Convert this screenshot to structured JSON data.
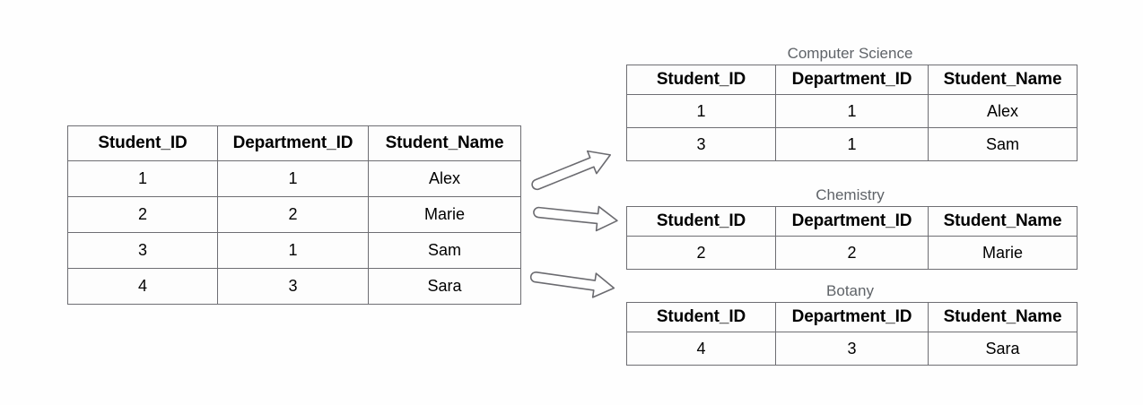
{
  "diagram": {
    "columns": [
      "Student_ID",
      "Department_ID",
      "Student_Name"
    ],
    "source_table": {
      "name": "students-source-table",
      "headers": [
        "Student_ID",
        "Department_ID",
        "Student_Name"
      ],
      "rows": [
        [
          "1",
          "1",
          "Alex"
        ],
        [
          "2",
          "2",
          "Marie"
        ],
        [
          "3",
          "1",
          "Sam"
        ],
        [
          "4",
          "3",
          "Sara"
        ]
      ]
    },
    "partitions": [
      {
        "title": "Computer Science",
        "headers": [
          "Student_ID",
          "Department_ID",
          "Student_Name"
        ],
        "rows": [
          [
            "1",
            "1",
            "Alex"
          ],
          [
            "3",
            "1",
            "Sam"
          ]
        ]
      },
      {
        "title": "Chemistry",
        "headers": [
          "Student_ID",
          "Department_ID",
          "Student_Name"
        ],
        "rows": [
          [
            "2",
            "2",
            "Marie"
          ]
        ]
      },
      {
        "title": "Botany",
        "headers": [
          "Student_ID",
          "Department_ID",
          "Student_Name"
        ],
        "rows": [
          [
            "4",
            "3",
            "Sara"
          ]
        ]
      }
    ],
    "arrows": [
      {
        "name": "arrow-to-computer-science"
      },
      {
        "name": "arrow-to-chemistry"
      },
      {
        "name": "arrow-to-botany"
      }
    ],
    "colors": {
      "border": "#6e6e73",
      "title_text": "#5f6368",
      "cell_text": "#000000",
      "background": "#fefefe",
      "arrow_stroke": "#6b6b70",
      "arrow_fill": "#ffffff"
    }
  }
}
